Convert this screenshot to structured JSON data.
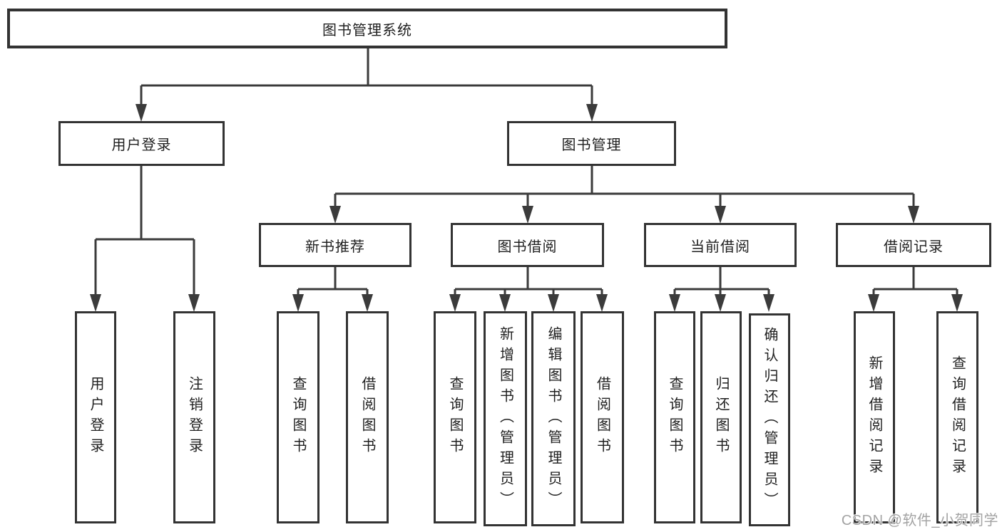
{
  "colors": {
    "line": "#3b3b3b",
    "box_border": "#333333",
    "text": "#1f1f1f",
    "watermark_text_color": "#a3a3a3",
    "background": "#ffffff"
  },
  "watermark": {
    "text": "CSDN @软件_小贺同学"
  },
  "tree": {
    "label": "图书管理系统",
    "children": [
      {
        "label": "用户登录",
        "children": [
          {
            "label": "用户登录"
          },
          {
            "label": "注销登录"
          }
        ]
      },
      {
        "label": "图书管理",
        "children": [
          {
            "label": "新书推荐",
            "children": [
              {
                "label": "查询图书"
              },
              {
                "label": "借阅图书"
              }
            ]
          },
          {
            "label": "图书借阅",
            "children": [
              {
                "label": "查询图书"
              },
              {
                "label": "新增图书（管理员）"
              },
              {
                "label": "编辑图书（管理员）"
              },
              {
                "label": "借阅图书"
              }
            ]
          },
          {
            "label": "当前借阅",
            "children": [
              {
                "label": "查询图书"
              },
              {
                "label": "归还图书"
              },
              {
                "label": "确认归还（管理员）"
              }
            ]
          },
          {
            "label": "借阅记录",
            "children": [
              {
                "label": "新增借阅记录"
              },
              {
                "label": "查询借阅记录"
              }
            ]
          }
        ]
      }
    ]
  }
}
